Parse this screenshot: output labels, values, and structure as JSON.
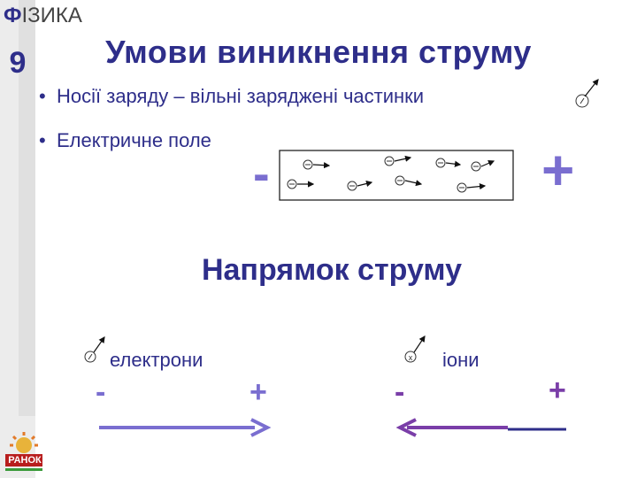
{
  "brand": {
    "first_letter": "Ф",
    "rest": "ІЗИКА",
    "grade": "9"
  },
  "title": "Умови виникнення струму",
  "bullets": [
    "Носії заряду – вільні заряджені частинки",
    "Електричне поле"
  ],
  "field": {
    "minus": "-",
    "plus": "+"
  },
  "subtitle": "Напрямок струму",
  "electrons": {
    "label": "електрони",
    "minus": "-",
    "plus": "+"
  },
  "ions": {
    "label": "іони",
    "minus": "-",
    "plus": "+",
    "particle_symbol": "x"
  },
  "publisher": {
    "name": "РАНОК"
  },
  "colors": {
    "text": "#2e2e8a",
    "field_sign": "#7a6ed0",
    "ions_arrow": "#7a3ea8",
    "electrons_arrow": "#7a6ed0",
    "logo": "#b81e1e"
  }
}
